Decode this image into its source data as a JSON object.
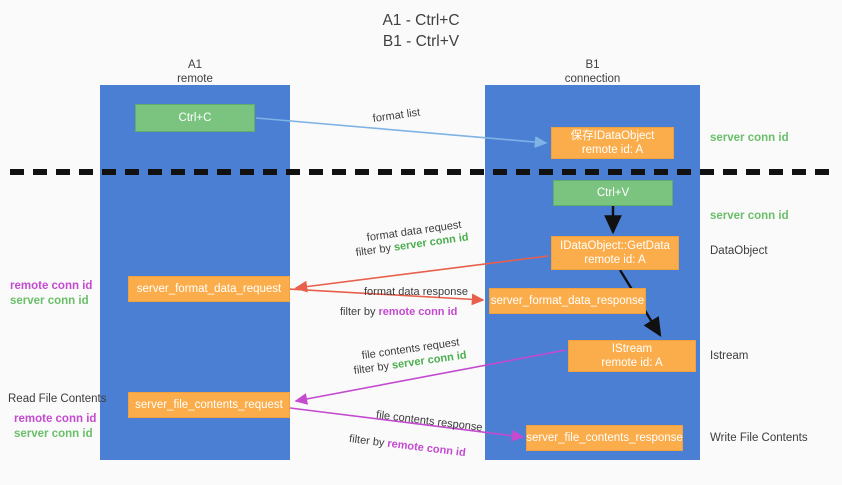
{
  "title": {
    "line1": "A1 - Ctrl+C",
    "line2": "B1 - Ctrl+V"
  },
  "columns": {
    "left": {
      "name": "A1",
      "role": "remote"
    },
    "right": {
      "name": "B1",
      "role": "connection"
    }
  },
  "boxes": {
    "ctrl_c": {
      "label": "Ctrl+C"
    },
    "ctrl_v": {
      "label": "Ctrl+V"
    },
    "idataobject_saved": {
      "line1": "保存IDataObject",
      "line2": "remote id: A"
    },
    "idataobject_getdata": {
      "line1": "IDataObject::GetData",
      "line2": "remote id: A"
    },
    "istream": {
      "line1": "IStream",
      "line2": "remote id: A"
    },
    "server_format_data_request": {
      "label": "server_format_data_request"
    },
    "server_format_data_response": {
      "label": "server_format_data_response"
    },
    "server_file_contents_request": {
      "label": "server_file_contents_request"
    },
    "server_file_contents_response": {
      "label": "server_file_contents_response"
    }
  },
  "edge_labels": {
    "format_list": "format list",
    "format_data_request": "format data request",
    "format_data_request_filter_prefix": "filter by ",
    "format_data_request_filter_value": "server conn id",
    "format_data_response": "format data response",
    "format_data_response_filter_prefix": "filter by ",
    "format_data_response_filter_value": "remote conn id",
    "file_contents_request": "file contents request",
    "file_contents_request_filter_prefix": "filter by ",
    "file_contents_request_filter_value": "server conn id",
    "file_contents_response": "file contents response",
    "file_contents_response_filter_prefix": "filter by ",
    "file_contents_response_filter_value": "remote conn id"
  },
  "right_annotations": {
    "server_conn_id_top": "server conn id",
    "server_conn_id_second": "server conn id",
    "dataobject": "DataObject",
    "istream": "Istream",
    "write_file_contents": "Write File Contents"
  },
  "left_annotations": {
    "remote_conn_id_1": "remote conn id",
    "server_conn_id_1": "server conn id",
    "read_file_contents": "Read File Contents",
    "remote_conn_id_2": "remote conn id",
    "server_conn_id_2": "server conn id"
  },
  "colors": {
    "lane": "#4a7fd4",
    "green_box": "#7ac47f",
    "orange_box": "#fbad4b",
    "server_conn_id": "#6abf69",
    "remote_conn_id": "#c44ad0",
    "arrow_blue": "#7fb2e5",
    "arrow_red": "#e8604c",
    "arrow_magenta": "#c44ad0",
    "arrow_black": "#111111",
    "divider": "#111111",
    "background": "#fafafa"
  }
}
